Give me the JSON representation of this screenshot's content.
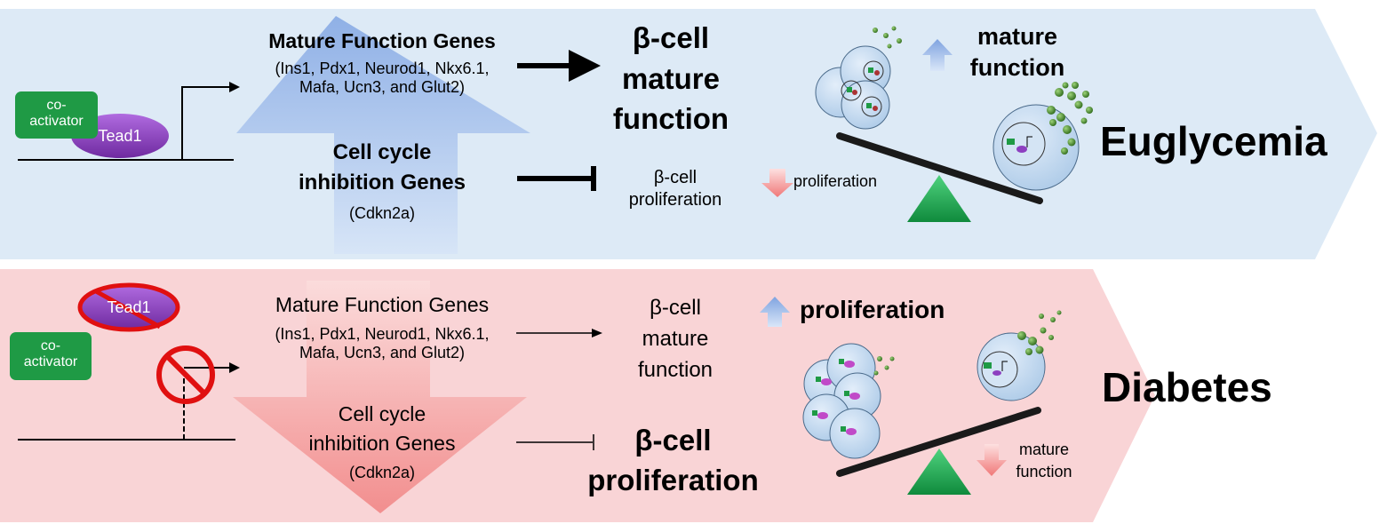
{
  "panels": {
    "top": {
      "state_label": "Euglycemia",
      "activator_label": [
        "co-",
        "activator"
      ],
      "tead_label": "Tead1",
      "gene_groups": {
        "mature": {
          "title": "Mature Function Genes",
          "genes": [
            "(Ins1, Pdx1, Neurod1, Nkx6.1,",
            "Mafa, Ucn3, and Glut2)"
          ]
        },
        "cycle": {
          "title": [
            "Cell cycle",
            "inhibition Genes"
          ],
          "genes": "(Cdkn2a)"
        }
      },
      "outcomes": {
        "mature": [
          "β-cell",
          "mature",
          "function"
        ],
        "proliferation": [
          "β-cell",
          "proliferation"
        ]
      },
      "balance": {
        "up_label": [
          "mature",
          "function"
        ],
        "down_label": "proliferation"
      }
    },
    "bottom": {
      "state_label": "Diabetes",
      "activator_label": [
        "co-",
        "activator"
      ],
      "tead_label": "Tead1",
      "gene_groups": {
        "mature": {
          "title": "Mature Function Genes",
          "genes": [
            "(Ins1, Pdx1, Neurod1, Nkx6.1,",
            "Mafa, Ucn3, and Glut2)"
          ]
        },
        "cycle": {
          "title": [
            "Cell cycle",
            "inhibition Genes"
          ],
          "genes": "(Cdkn2a)"
        }
      },
      "outcomes": {
        "mature": [
          "β-cell",
          "mature",
          "function"
        ],
        "proliferation": [
          "β-cell",
          "proliferation"
        ]
      },
      "balance": {
        "up_label": "proliferation",
        "down_label": [
          "mature",
          "function"
        ]
      }
    }
  },
  "colors": {
    "top_panel": "#ddeaf6",
    "bottom_panel": "#f9d4d6",
    "coactivator": "#1f9a45",
    "tead": "#8d3fc0",
    "fulcrum": "#1cae52",
    "cell": "#c7dcf0",
    "up_arrow": "#9ab7e6",
    "down_arrow": "#f39a9a"
  }
}
